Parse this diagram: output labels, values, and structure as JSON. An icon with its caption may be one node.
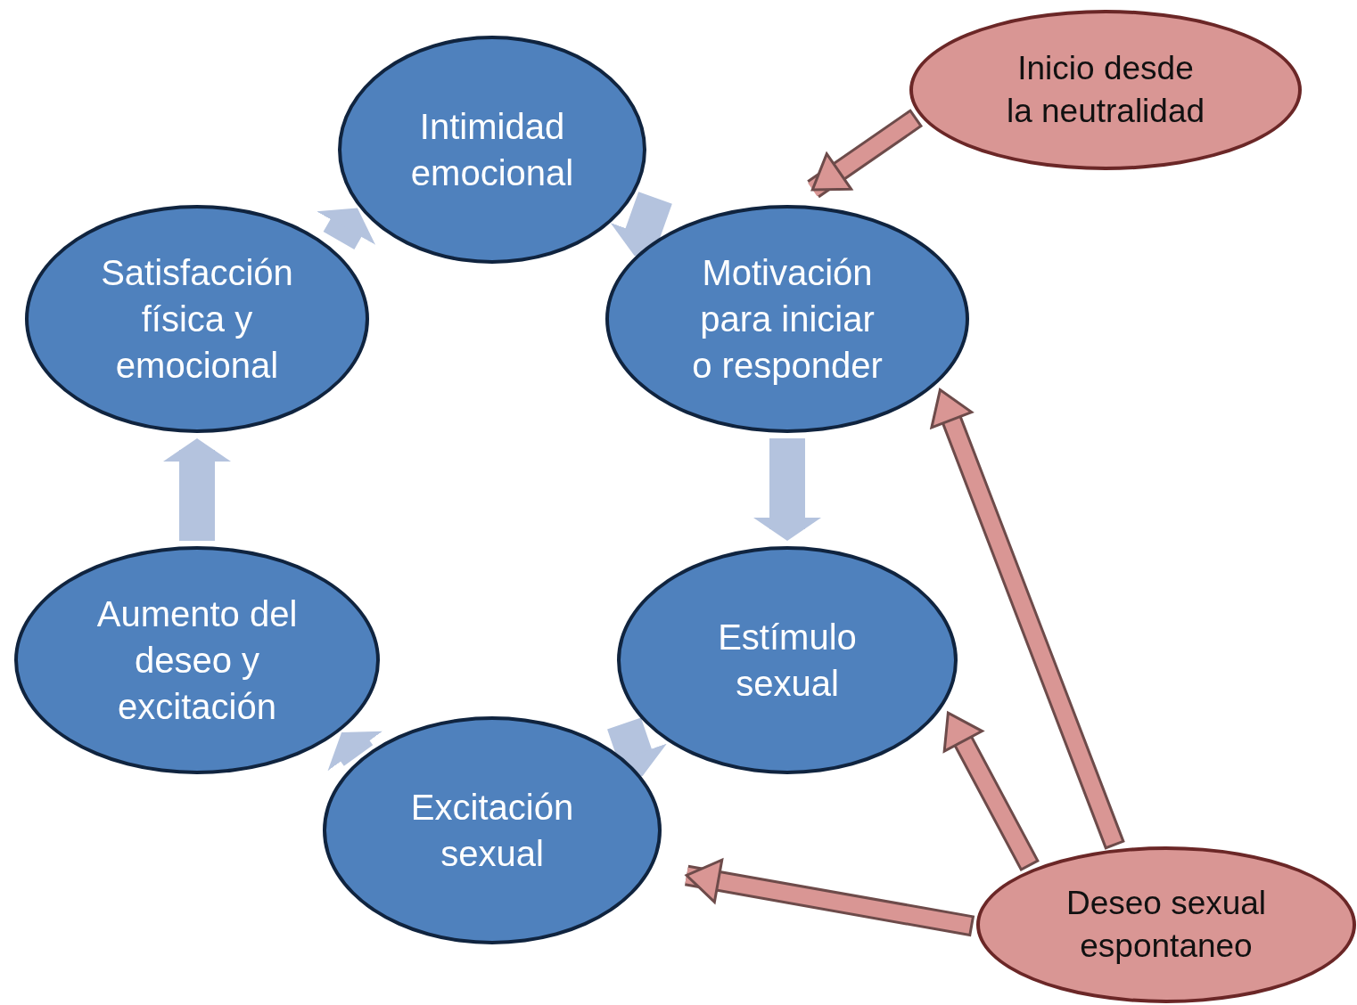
{
  "diagram": {
    "nodes": [
      {
        "text": [
          "Intimidad emocional"
        ]
      },
      {
        "text": [
          "Satisfacción física y emocional"
        ]
      },
      {
        "text": [
          "Motivación para iniciar o responder"
        ]
      },
      {
        "text": [
          "Inicio desde la neutralidad"
        ]
      },
      {
        "text": [
          "Aumento del deseo y excitación"
        ]
      },
      {
        "text": [
          "Estímulo sexual"
        ]
      },
      {
        "text": [
          "Excitación sexual"
        ]
      },
      {
        "text": [
          "Deseo sexual espontaneo"
        ]
      }
    ],
    "edges": [
      {
        "from": 0,
        "to": 2,
        "arrow": "to"
      },
      {
        "from": 2,
        "to": 5,
        "arrow": "to"
      },
      {
        "from": 5,
        "to": 6,
        "arrow": "to"
      },
      {
        "from": 6,
        "to": 4,
        "arrow": "to"
      },
      {
        "from": 4,
        "to": 1,
        "arrow": "to"
      },
      {
        "from": 1,
        "to": 0,
        "arrow": "to"
      },
      {
        "from": 3,
        "to": 2,
        "arrow": "to",
        "color": "#d99694"
      },
      {
        "from": 7,
        "to": 2,
        "arrow": "to",
        "color": "#d99694"
      },
      {
        "from": 7,
        "to": 5,
        "arrow": "to",
        "color": "#d99694"
      },
      {
        "from": 7,
        "to": 6,
        "arrow": "to",
        "color": "#d99694"
      }
    ]
  }
}
